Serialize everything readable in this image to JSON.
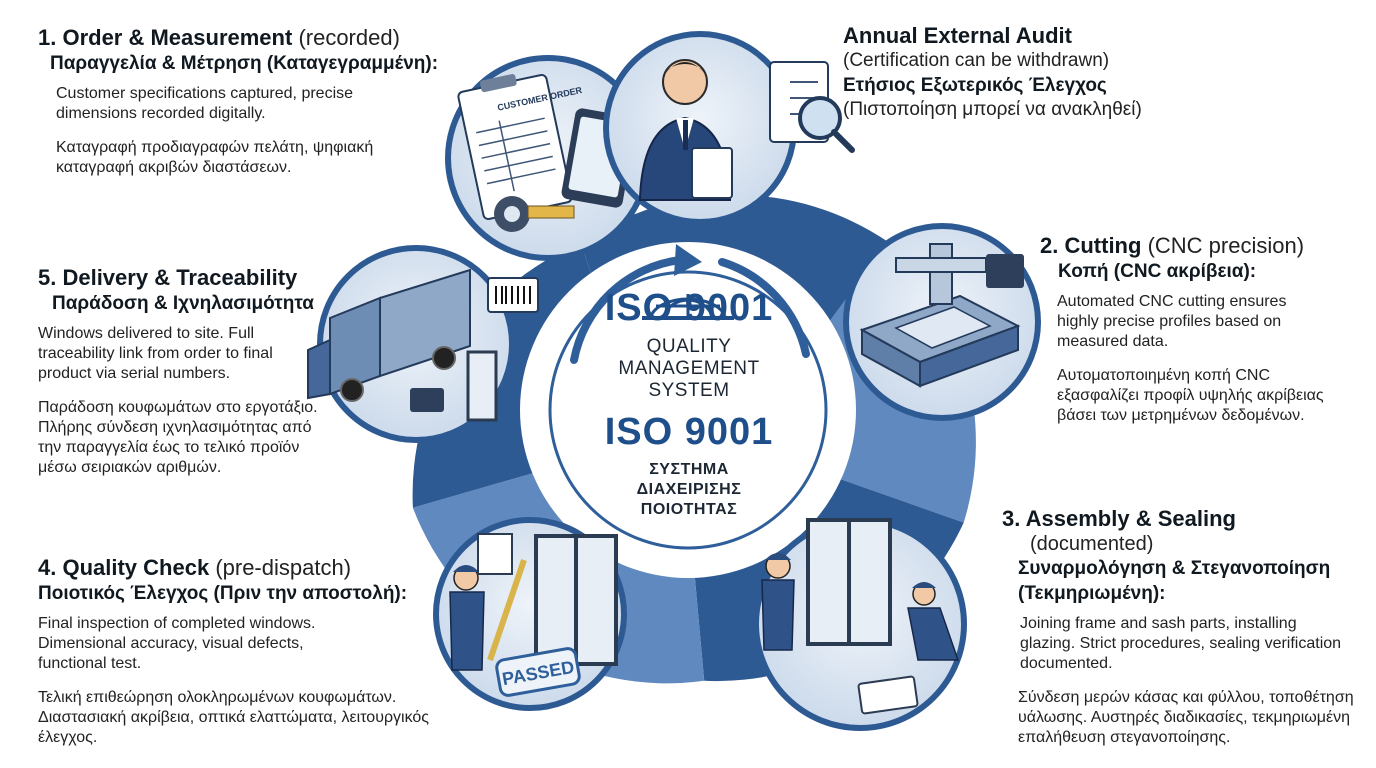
{
  "center": {
    "iso_label_en": "ISO 9001",
    "qms_en": "QUALITY MANAGEMENT SYSTEM",
    "iso_label_gr": "ISO 9001",
    "qms_gr": "ΣΥΣΤΗΜΑ ΔΙΑΧΕΙΡΙΣΗΣ ΠΟΙΟΤΗΤΑΣ"
  },
  "audit": {
    "title_en": "Annual External Audit",
    "note_en": "(Certification can be withdrawn)",
    "title_gr": "Ετήσιος Εξωτερικός Έλεγχος",
    "note_gr": "(Πιστοποίηση μπορεί να ανακληθεί)"
  },
  "steps": [
    {
      "title": "1. Order & Measurement",
      "qualifier": "(recorded)",
      "title_gr": "Παραγγελία & Μέτρηση (Καταγεγραμμένη):",
      "desc_en": "Customer specifications captured, precise dimensions recorded digitally.",
      "desc_gr": "Καταγραφή προδιαγραφών πελάτη, ψηφιακή καταγραφή ακριβών διαστάσεων."
    },
    {
      "title": "2. Cutting",
      "qualifier": "(CNC precision)",
      "title_gr": "Κοπή (CNC ακρίβεια):",
      "desc_en": "Automated CNC cutting ensures highly precise profiles based on measured data.",
      "desc_gr": "Αυτοματοποιημένη κοπή CNC εξασφαλίζει προφίλ υψηλής ακρίβειας βάσει των μετρημένων δεδομένων."
    },
    {
      "title": "3. Assembly & Sealing",
      "qualifier": "(documented)",
      "title_gr": "Συναρμολόγηση & Στεγανοποίηση (Τεκμηριωμένη):",
      "desc_en": "Joining frame and sash parts, installing glazing. Strict procedures, sealing verification documented.",
      "desc_gr": "Σύνδεση μερών κάσας και φύλλου, τοποθέτηση υάλωσης. Αυστηρές διαδικασίες, τεκμηριωμένη επαλήθευση στεγανοποίησης."
    },
    {
      "title": "4. Quality Check",
      "qualifier": "(pre-dispatch)",
      "title_gr": "Ποιοτικός Έλεγχος (Πριν την αποστολή):",
      "desc_en": "Final inspection of completed windows. Dimensional accuracy, visual defects, functional test.",
      "desc_gr": "Τελική επιθεώρηση ολοκληρωμένων κουφωμάτων. Διαστασιακή ακρίβεια, οπτικά ελαττώματα, λειτουργικός έλεγχος."
    },
    {
      "title": "5. Delivery & Traceability",
      "qualifier": "",
      "title_gr": "Παράδοση & Ιχνηλασιμότητα",
      "desc_en": "Windows delivered to site. Full traceability link from order to final product via serial numbers.",
      "desc_gr": "Παράδοση κουφωμάτων στο εργοτάξιο. Πλήρης σύνδεση ιχνηλασιμότητας από την παραγγελία έως το τελικό προϊόν μέσω σειριακών αριθμών."
    }
  ],
  "illustrations": {
    "customer_order_doc": "CUSTOMER ORDER",
    "passed_stamp": "PASSED"
  },
  "icons": [
    "order-clipboard-icon",
    "auditor-icon",
    "cnc-machine-icon",
    "assembly-workers-icon",
    "inspector-icon",
    "delivery-truck-icon",
    "globe-logo-icon",
    "cycle-arrow-icon"
  ],
  "colors": {
    "ring_dark": "#2e5a94",
    "ring_light": "#5f89bf",
    "accent_blue": "#1f4f8a",
    "circle_fill": "#dbe6f2"
  }
}
